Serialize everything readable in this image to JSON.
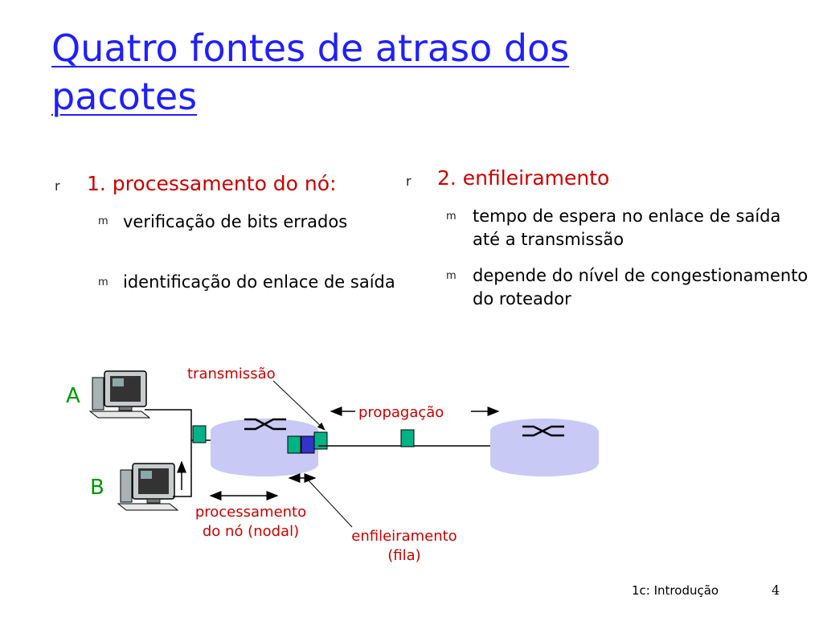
{
  "title": "Quatro fontes de atraso dos pacotes",
  "left_column": {
    "bullet_glyph": "r",
    "heading": "1. processamento do nó:",
    "sub_bullet_glyph": "m",
    "items": [
      "verificação de bits errados",
      "identificação do enlace de saída"
    ]
  },
  "right_column": {
    "bullet_glyph": "r",
    "heading": "2. enfileiramento",
    "sub_bullet_glyph": "m",
    "items": [
      "tempo de espera no enlace de saída até a transmissão",
      "depende do nível de congestionamento do roteador"
    ]
  },
  "diagram": {
    "host_a_label": "A",
    "host_b_label": "B",
    "label_transmission": "transmissão",
    "label_propagation": "propagação",
    "label_processing_line1": "processamento",
    "label_processing_line2": "do nó (nodal)",
    "label_queueing_line1": "enfileiramento",
    "label_queueing_line2": "(fila)",
    "colors": {
      "packet": "#00b386",
      "packet_queued": "#3333cc",
      "router": "#c9c9f5",
      "label": "#cc0000",
      "host_label": "#009900"
    }
  },
  "footer": {
    "section": "1c: Introdução",
    "page": "4"
  }
}
